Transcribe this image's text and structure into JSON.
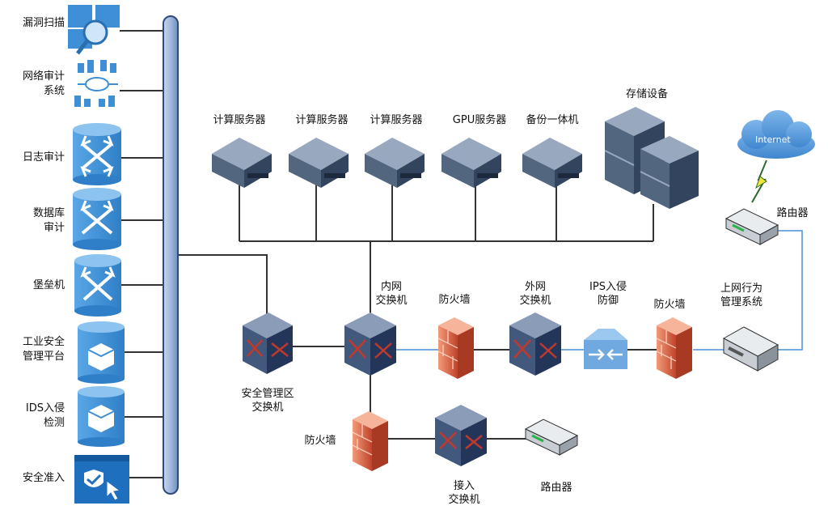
{
  "left_panel": {
    "items": [
      {
        "label": "漏洞扫描",
        "icon": "scan-icon"
      },
      {
        "label": "网络审计\n系统",
        "icon": "network-audit-icon"
      },
      {
        "label": "日志审计",
        "icon": "log-audit-icon"
      },
      {
        "label": "数据库\n审计",
        "icon": "db-audit-icon"
      },
      {
        "label": "堡垒机",
        "icon": "bastion-icon"
      },
      {
        "label": "工业安全\n管理平台",
        "icon": "industrial-platform-icon"
      },
      {
        "label": "IDS入侵\n检测",
        "icon": "ids-icon"
      },
      {
        "label": "安全准入",
        "icon": "access-control-icon"
      }
    ]
  },
  "servers": [
    {
      "label": "计算服务器"
    },
    {
      "label": "计算服务器"
    },
    {
      "label": "计算服务器"
    },
    {
      "label": "GPU服务器"
    },
    {
      "label": "备份一体机"
    }
  ],
  "storage": {
    "label": "存储设备"
  },
  "cloud": {
    "label": "Internet"
  },
  "nodes": {
    "router_top": "路由器",
    "behavior_mgmt": "上网行为\n管理系统",
    "fw_right": "防火墙",
    "ips": "IPS入侵\n防御",
    "outer_switch": "外网\n交换机",
    "fw_mid": "防火墙",
    "inner_switch": "内网\n交换机",
    "security_switch": "安全管理区\n交换机",
    "fw_bottom": "防火墙",
    "access_switch": "接入\n交换机",
    "router_bottom": "路由器"
  },
  "colors": {
    "bus": "#a9c1e0",
    "bus_border": "#2e4a7a",
    "icon_blue": "#3f8fd6",
    "link_blue": "#4a90d9",
    "firewall": "#d9573a",
    "switch": "#3a5a8a"
  }
}
